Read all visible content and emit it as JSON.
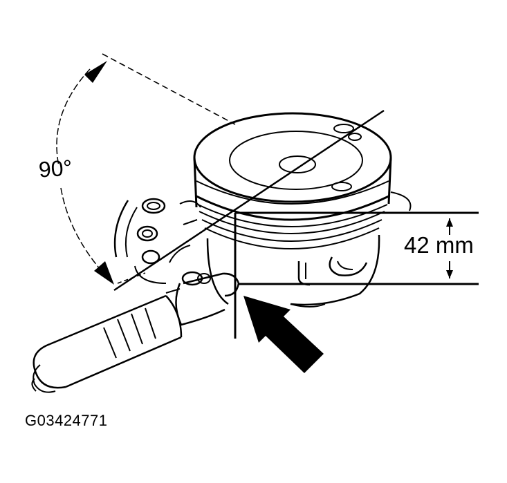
{
  "diagram": {
    "angle_label": "90°",
    "measurement_label": "42 mm",
    "figure_id": "G03424771"
  },
  "colors": {
    "line": "#000000",
    "background": "#ffffff"
  }
}
